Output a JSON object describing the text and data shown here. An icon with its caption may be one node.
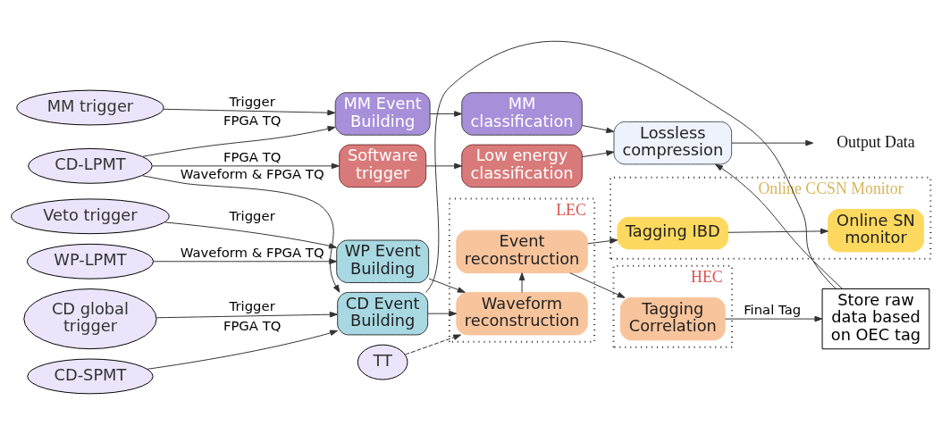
{
  "diagram": {
    "nodes": [
      {
        "text": [
          "TT"
        ]
      },
      {
        "text": [
          "CD-SPMT"
        ]
      },
      {
        "text": [
          "CD-LPMT"
        ]
      },
      {
        "text": [
          "CD global trigger"
        ]
      },
      {
        "text": [
          "Veto trigger"
        ]
      },
      {
        "text": [
          "WP-LPMT"
        ]
      },
      {
        "text": [
          "MM trigger"
        ]
      },
      {
        "text": [
          "CD Event Building"
        ]
      },
      {
        "text": [
          "WP Event Building"
        ]
      },
      {
        "text": [
          "Software trigger"
        ]
      },
      {
        "text": [
          "MM Event Building"
        ]
      },
      {
        "text": [
          "LEC"
        ]
      },
      {
        "text": [
          "Waveform reconstruction"
        ],
        "in": 11
      },
      {
        "text": [
          "Event reconstruction"
        ],
        "in": 11
      },
      {
        "text": [
          "Store raw data based on OEC tag"
        ]
      },
      {
        "text": [
          "HEC"
        ]
      },
      {
        "text": [
          "Tagging Correlation"
        ],
        "in": 15
      },
      {
        "text": [
          "Online CCSN Monitor"
        ]
      },
      {
        "text": [
          "Tagging IBD"
        ],
        "in": 17
      },
      {
        "text": [
          "Online SN monitor"
        ],
        "in": 17
      },
      {
        "text": [
          "Low energy classification"
        ]
      },
      {
        "text": [
          "MM classification"
        ]
      },
      {
        "text": [
          "Lossless compression"
        ]
      },
      {
        "text": [
          "Output Data"
        ]
      }
    ],
    "edges": [
      {
        "from": 0,
        "to": 12,
        "arrow": "to",
        "style": "dashed"
      },
      {
        "from": 1,
        "to": 7,
        "arrow": "to",
        "label": "FPGA TQ"
      },
      {
        "from": 2,
        "to": 7,
        "arrow": "to",
        "label": "Waveform & FPGA TQ"
      },
      {
        "from": 3,
        "to": 7,
        "arrow": "to",
        "label": "Trigger"
      },
      {
        "from": 4,
        "to": 8,
        "arrow": "to",
        "label": "Trigger"
      },
      {
        "from": 5,
        "to": 8,
        "arrow": "to",
        "label": "Waveform & FPGA TQ"
      },
      {
        "from": 2,
        "to": 9,
        "arrow": "to",
        "label": "FPGA TQ"
      },
      {
        "from": 6,
        "to": 10,
        "arrow": "to",
        "label": "Trigger"
      },
      {
        "from": 2,
        "to": 10,
        "arrow": "to",
        "label": "FPGA TQ"
      },
      {
        "from": 7,
        "to": 12,
        "arrow": "to"
      },
      {
        "from": 8,
        "to": 12,
        "arrow": "to"
      },
      {
        "from": 12,
        "to": 13,
        "arrow": "to"
      },
      {
        "from": 13,
        "to": 16,
        "arrow": "to"
      },
      {
        "from": 13,
        "to": 18,
        "arrow": "to"
      },
      {
        "from": 18,
        "to": 19,
        "arrow": "to"
      },
      {
        "from": 16,
        "to": 14,
        "arrow": "to",
        "label": "Final Tag"
      },
      {
        "from": 7,
        "to": 14,
        "arrow": "none"
      },
      {
        "from": 14,
        "to": 22,
        "arrow": "to"
      },
      {
        "from": 9,
        "to": 20,
        "arrow": "to"
      },
      {
        "from": 20,
        "to": 22,
        "arrow": "to"
      },
      {
        "from": 10,
        "to": 21,
        "arrow": "to"
      },
      {
        "from": 21,
        "to": 22,
        "arrow": "to"
      },
      {
        "from": 22,
        "to": 23,
        "arrow": "to"
      }
    ]
  }
}
